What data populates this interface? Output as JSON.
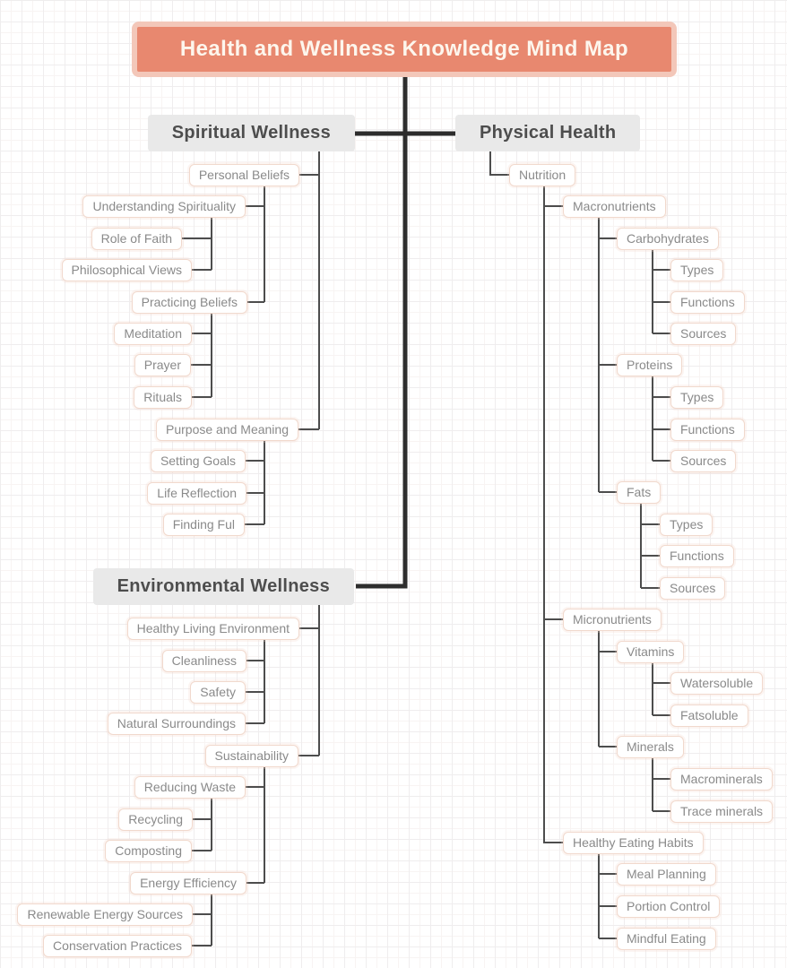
{
  "mindmap": {
    "root": {
      "label": "Health and Wellness Knowledge Mind Map"
    },
    "branches": [
      {
        "label": "Spiritual Wellness",
        "children": [
          {
            "label": "Personal Beliefs",
            "children": [
              {
                "label": "Understanding Spirituality",
                "children": [
                  {
                    "label": "Role of Faith"
                  },
                  {
                    "label": "Philosophical Views"
                  }
                ]
              },
              {
                "label": "Practicing Beliefs",
                "children": [
                  {
                    "label": "Meditation"
                  },
                  {
                    "label": "Prayer"
                  },
                  {
                    "label": "Rituals"
                  }
                ]
              }
            ]
          },
          {
            "label": "Purpose and Meaning",
            "children": [
              {
                "label": "Setting Goals"
              },
              {
                "label": "Life Reflection"
              },
              {
                "label": "Finding Ful"
              }
            ]
          }
        ]
      },
      {
        "label": "Physical Health",
        "children": [
          {
            "label": "Nutrition",
            "children": [
              {
                "label": "Macronutrients",
                "children": [
                  {
                    "label": "Carbohydrates",
                    "children": [
                      {
                        "label": "Types"
                      },
                      {
                        "label": "Functions"
                      },
                      {
                        "label": "Sources"
                      }
                    ]
                  },
                  {
                    "label": "Proteins",
                    "children": [
                      {
                        "label": "Types"
                      },
                      {
                        "label": "Functions"
                      },
                      {
                        "label": "Sources"
                      }
                    ]
                  },
                  {
                    "label": "Fats",
                    "children": [
                      {
                        "label": "Types"
                      },
                      {
                        "label": "Functions"
                      },
                      {
                        "label": "Sources"
                      }
                    ]
                  }
                ]
              },
              {
                "label": "Micronutrients",
                "children": [
                  {
                    "label": "Vitamins",
                    "children": [
                      {
                        "label": "Watersoluble"
                      },
                      {
                        "label": "Fatsoluble"
                      }
                    ]
                  },
                  {
                    "label": "Minerals",
                    "children": [
                      {
                        "label": "Macrominerals"
                      },
                      {
                        "label": "Trace minerals"
                      }
                    ]
                  }
                ]
              },
              {
                "label": "Healthy Eating Habits",
                "children": [
                  {
                    "label": "Meal Planning"
                  },
                  {
                    "label": "Portion Control"
                  },
                  {
                    "label": "Mindful Eating"
                  }
                ]
              }
            ]
          }
        ]
      },
      {
        "label": "Environmental Wellness",
        "children": [
          {
            "label": "Healthy Living Environment",
            "children": [
              {
                "label": "Cleanliness"
              },
              {
                "label": "Safety"
              },
              {
                "label": "Natural Surroundings"
              }
            ]
          },
          {
            "label": "Sustainability",
            "children": [
              {
                "label": "Reducing Waste",
                "children": [
                  {
                    "label": "Recycling"
                  },
                  {
                    "label": "Composting"
                  }
                ]
              },
              {
                "label": "Energy Efficiency",
                "children": [
                  {
                    "label": "Renewable Energy Sources"
                  },
                  {
                    "label": "Conservation Practices"
                  }
                ]
              }
            ]
          }
        ]
      }
    ]
  },
  "colors": {
    "root_fill": "#e8886f",
    "root_ring": "#f3c7b9",
    "root_text": "#fdf6ed",
    "branch_bg": "#e9e9e9",
    "branch_text": "#4d4d4d",
    "leaf_bg": "#ffffff",
    "leaf_border": "#f1d9cd",
    "leaf_text": "#8a8a8a",
    "connector_thin": "#4d4d4d",
    "connector_thick": "#2d2d2d",
    "grid_line": "#efedee"
  }
}
